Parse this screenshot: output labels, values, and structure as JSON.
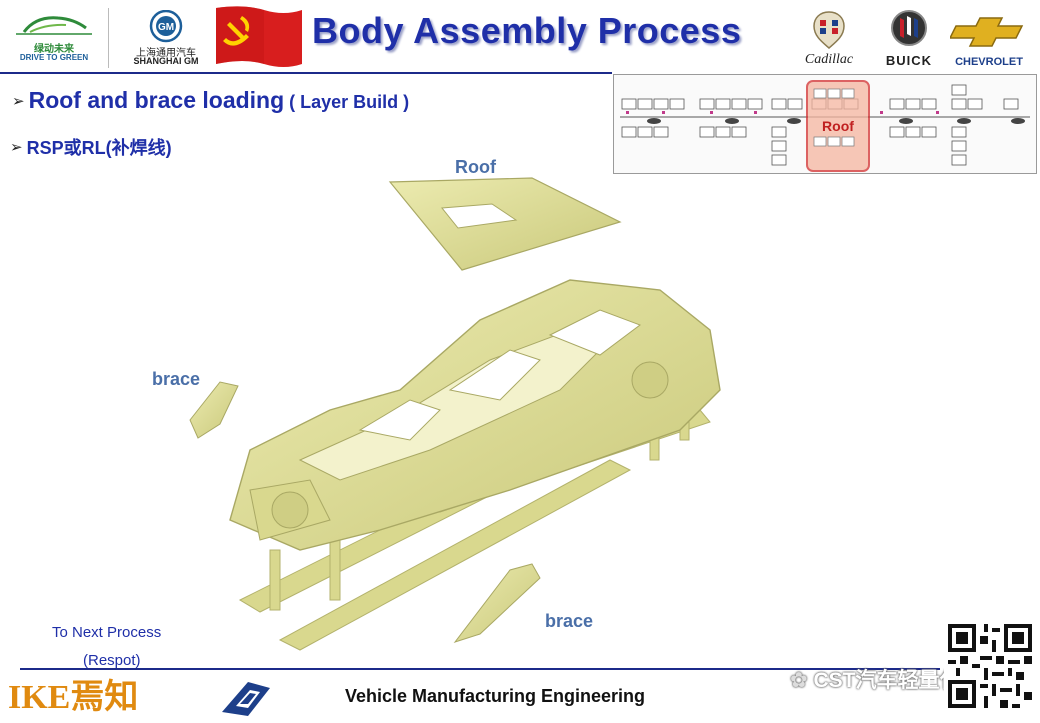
{
  "header": {
    "title": "Body Assembly Process",
    "green_logo": {
      "line1": "绿动未来",
      "line2": "DRIVE TO GREEN"
    },
    "sgm_logo": {
      "line1": "上海通用汽车",
      "line2": "SHANGHAI GM",
      "mark": "GM"
    },
    "brands": [
      {
        "name": "Cadillac"
      },
      {
        "name": "BUICK"
      },
      {
        "name": "CHEVROLET"
      }
    ]
  },
  "bullets": {
    "item1_main": "Roof  and brace loading",
    "item1_sub": " ( Layer Build )",
    "item2": "RSP或RL(补焊线)"
  },
  "flow_diagram": {
    "highlight_label": "Roof"
  },
  "labels": {
    "roof": "Roof",
    "brace_left": "brace",
    "brace_bottom": "brace"
  },
  "next_process": {
    "line1": "To Next Process",
    "line2": "(Respot)"
  },
  "footer": {
    "text": "Vehicle Manufacturing Engineering",
    "ike_logo": "IKE焉知",
    "watermark": "CST汽车轻量化"
  },
  "colors": {
    "title_blue": "#1f2fa8",
    "label_blue": "#4a6fa8",
    "car_yellow": "#dede8c",
    "highlight_red": "#d23030"
  }
}
